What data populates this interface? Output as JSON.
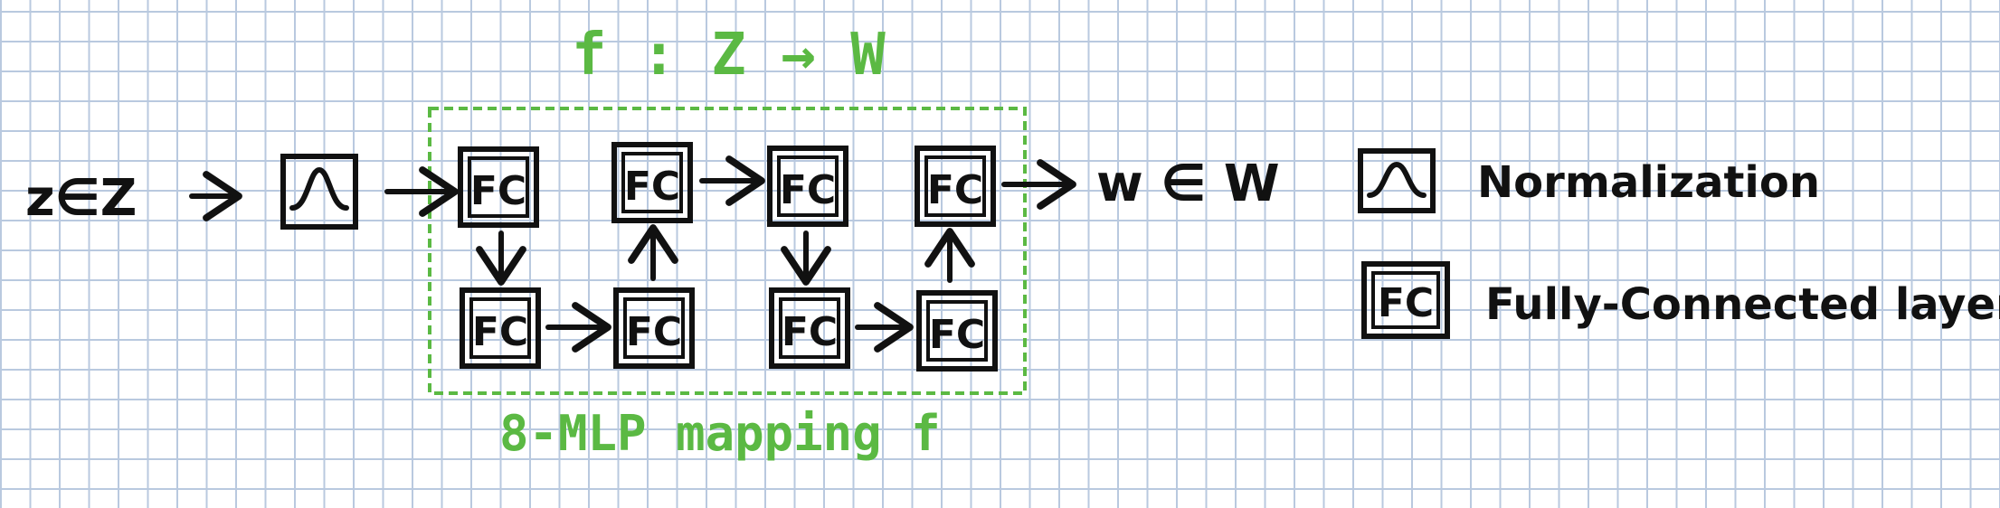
{
  "diagram": {
    "mapping_title": "f : Z → W",
    "mapping_caption": "8-MLP mapping f",
    "input_label": "z∈Z",
    "output_label": "w ∈ W",
    "fc_label": "FC",
    "colors": {
      "accent": "#5bb943",
      "ink": "#111111",
      "grid": "#b9c9df"
    }
  },
  "legend": {
    "normalization_label": "Normalization",
    "fc_label": "FC",
    "fully_connected_label": "Fully-Connected layer",
    "normalization_icon": "bell-curve-icon"
  }
}
